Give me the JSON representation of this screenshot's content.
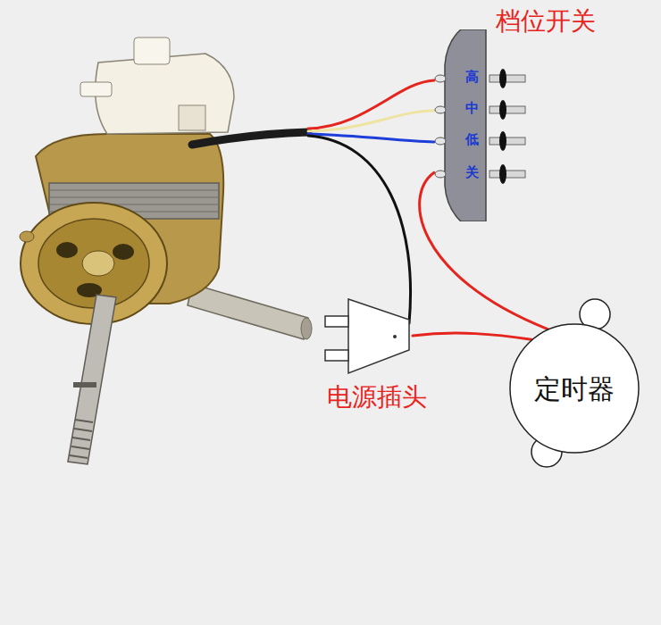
{
  "diagram": {
    "nodes": [
      {
        "text": [
          "档位开关",
          "高",
          "中",
          "低",
          "关"
        ]
      },
      {
        "text": [
          "电源插头"
        ]
      },
      {
        "text": [
          "定时器"
        ]
      }
    ],
    "edges": [
      {
        "from": 0,
        "to": 2,
        "arrow": "none"
      },
      {
        "from": 1,
        "to": 2,
        "arrow": "none"
      }
    ]
  }
}
